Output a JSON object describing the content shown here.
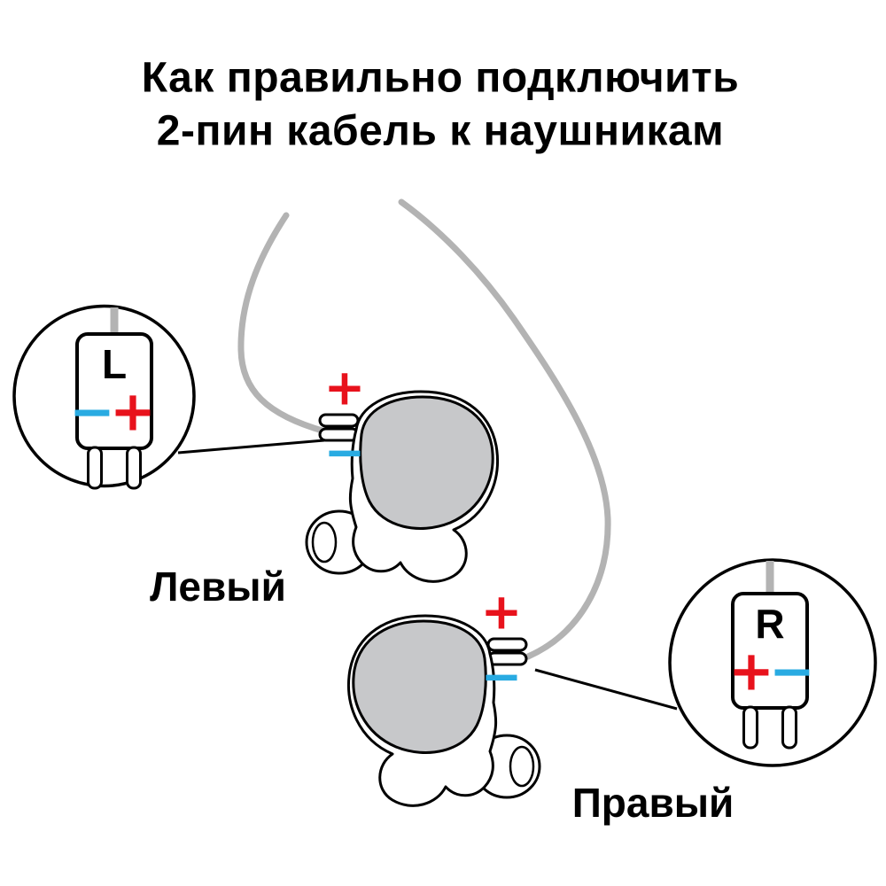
{
  "title": {
    "line1": "Как правильно подключить",
    "line2": "2-пин кабель к наушникам"
  },
  "left_earphone": {
    "label": "Левый"
  },
  "right_earphone": {
    "label": "Правый"
  },
  "left_connector": {
    "letter": "L"
  },
  "right_connector": {
    "letter": "R"
  },
  "markers": {
    "plus": "+",
    "minus": "−"
  },
  "colors": {
    "plus_red": "#e8121c",
    "minus_blue": "#29abe2",
    "cable_gray": "#b3b3b3",
    "faceplate_gray": "#c7c8ca",
    "outline_black": "#000000",
    "background": "#ffffff"
  }
}
